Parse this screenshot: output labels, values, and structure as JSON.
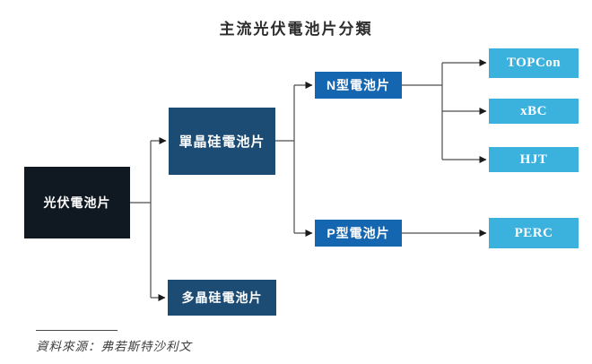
{
  "title": "主流光伏電池片分類",
  "source_note": "資料來源：弗若斯特沙利文",
  "colors": {
    "root": "#101821",
    "level2": "#1c4b74",
    "level3": "#1566b0",
    "leaf": "#3bb1de",
    "line": "#4d4d4d",
    "arrow": "#1a1a1a"
  },
  "nodes": {
    "root": {
      "label": "光伏電池片"
    },
    "mono": {
      "label": "單晶硅電池片"
    },
    "poly": {
      "label": "多晶硅電池片"
    },
    "n_type": {
      "label": "N型電池片"
    },
    "p_type": {
      "label": "P型電池片"
    },
    "topcon": {
      "label": "TOPCon"
    },
    "xbc": {
      "label": "xBC"
    },
    "hjt": {
      "label": "HJT"
    },
    "perc": {
      "label": "PERC"
    }
  }
}
